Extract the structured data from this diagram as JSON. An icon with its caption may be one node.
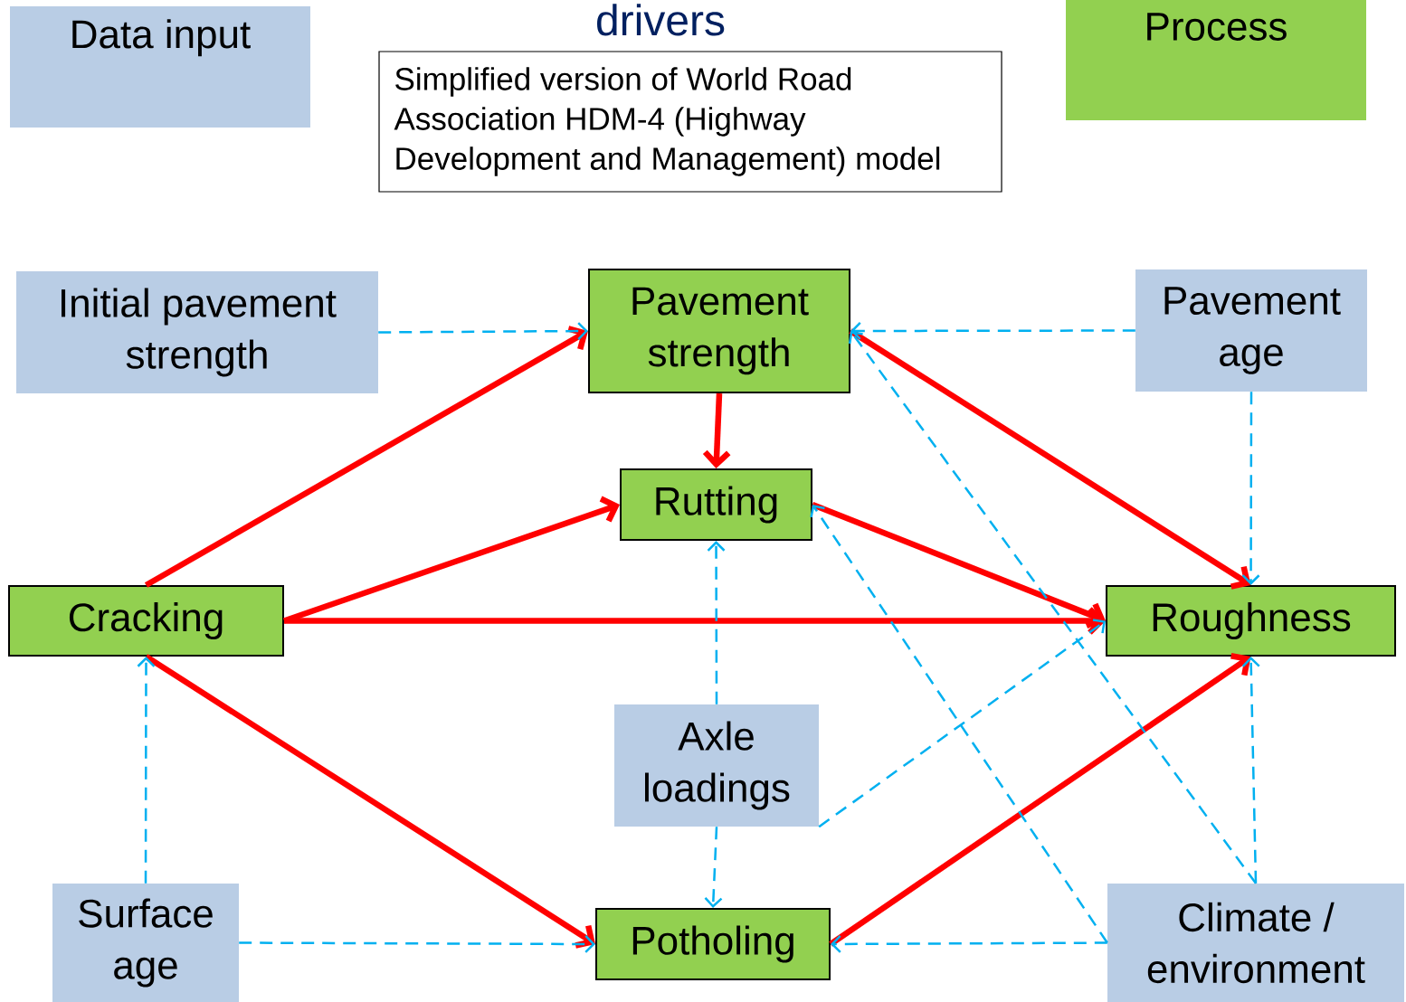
{
  "diagram": {
    "title": "drivers",
    "nodes": [
      {
        "text": [
          "Simplified version of World Road Association HDM-4 (Highway Development and Management) model"
        ]
      },
      {
        "text": [
          "Initial pavement strength"
        ]
      },
      {
        "text": [
          "Pavement strength"
        ]
      },
      {
        "text": [
          "Pavement age"
        ]
      },
      {
        "text": [
          "Rutting"
        ]
      },
      {
        "text": [
          "Cracking"
        ]
      },
      {
        "text": [
          "Roughness"
        ]
      },
      {
        "text": [
          "Axle loadings"
        ]
      },
      {
        "text": [
          "Surface age"
        ]
      },
      {
        "text": [
          "Potholing"
        ]
      },
      {
        "text": [
          "Climate / environment"
        ]
      }
    ],
    "edges": [
      {
        "from": 5,
        "to": 2,
        "arrow": "to",
        "style": "thick",
        "color": "#ff0000"
      },
      {
        "from": 2,
        "to": 4,
        "arrow": "to",
        "style": "thick",
        "color": "#ff0000"
      },
      {
        "from": 5,
        "to": 4,
        "arrow": "to",
        "style": "thick",
        "color": "#ff0000"
      },
      {
        "from": 5,
        "to": 6,
        "arrow": "to",
        "style": "thick",
        "color": "#ff0000"
      },
      {
        "from": 4,
        "to": 6,
        "arrow": "to",
        "style": "thick",
        "color": "#ff0000"
      },
      {
        "from": 2,
        "to": 6,
        "arrow": "to",
        "style": "thick",
        "color": "#ff0000"
      },
      {
        "from": 5,
        "to": 9,
        "arrow": "to",
        "style": "thick",
        "color": "#ff0000"
      },
      {
        "from": 9,
        "to": 6,
        "arrow": "to",
        "style": "thick",
        "color": "#ff0000"
      },
      {
        "from": 1,
        "to": 2,
        "arrow": "to",
        "style": "dashed"
      },
      {
        "from": 3,
        "to": 2,
        "arrow": "to",
        "style": "dashed"
      },
      {
        "from": 3,
        "to": 6,
        "arrow": "to",
        "style": "dashed"
      },
      {
        "from": 7,
        "to": 4,
        "arrow": "to",
        "style": "dashed"
      },
      {
        "from": 7,
        "to": 6,
        "arrow": "to",
        "style": "dashed"
      },
      {
        "from": 7,
        "to": 9,
        "arrow": "to",
        "style": "dashed"
      },
      {
        "from": 8,
        "to": 5,
        "arrow": "to",
        "style": "dashed"
      },
      {
        "from": 8,
        "to": 9,
        "arrow": "to",
        "style": "dashed"
      },
      {
        "from": 10,
        "to": 9,
        "arrow": "to",
        "style": "dashed"
      },
      {
        "from": 10,
        "to": 6,
        "arrow": "to",
        "style": "dashed"
      },
      {
        "from": 10,
        "to": 2,
        "arrow": "to",
        "style": "dashed"
      },
      {
        "from": 10,
        "to": 4,
        "arrow": "to",
        "style": "dashed"
      }
    ],
    "legend": [
      {
        "text": "Data input",
        "color": "#b9cde5"
      },
      {
        "text": "Process",
        "color": "#92d050"
      }
    ]
  }
}
